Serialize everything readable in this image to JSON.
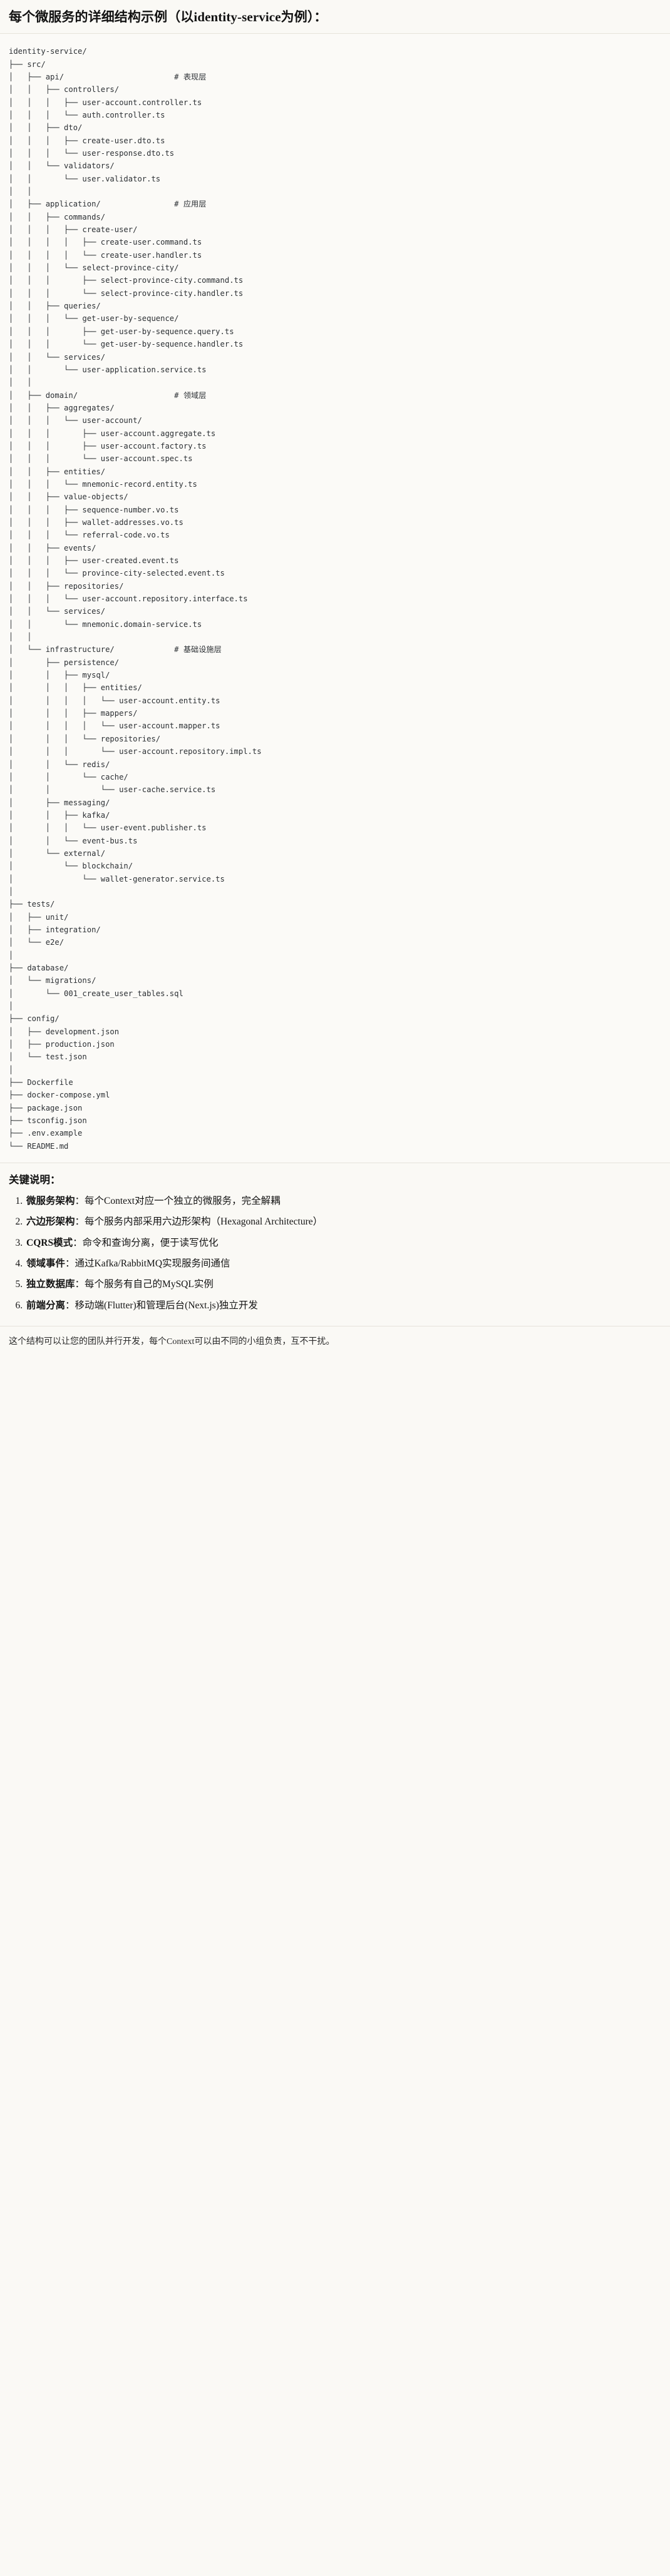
{
  "header": {
    "title": "每个微服务的详细结构示例（以identity-service为例）："
  },
  "tree": {
    "text": "identity-service/\n├── src/\n│   ├── api/                        # 表现层\n│   │   ├── controllers/\n│   │   │   ├── user-account.controller.ts\n│   │   │   └── auth.controller.ts\n│   │   ├── dto/\n│   │   │   ├── create-user.dto.ts\n│   │   │   └── user-response.dto.ts\n│   │   └── validators/\n│   │       └── user.validator.ts\n│   │\n│   ├── application/                # 应用层\n│   │   ├── commands/\n│   │   │   ├── create-user/\n│   │   │   │   ├── create-user.command.ts\n│   │   │   │   └── create-user.handler.ts\n│   │   │   └── select-province-city/\n│   │   │       ├── select-province-city.command.ts\n│   │   │       └── select-province-city.handler.ts\n│   │   ├── queries/\n│   │   │   └── get-user-by-sequence/\n│   │   │       ├── get-user-by-sequence.query.ts\n│   │   │       └── get-user-by-sequence.handler.ts\n│   │   └── services/\n│   │       └── user-application.service.ts\n│   │\n│   ├── domain/                     # 领域层\n│   │   ├── aggregates/\n│   │   │   └── user-account/\n│   │   │       ├── user-account.aggregate.ts\n│   │   │       ├── user-account.factory.ts\n│   │   │       └── user-account.spec.ts\n│   │   ├── entities/\n│   │   │   └── mnemonic-record.entity.ts\n│   │   ├── value-objects/\n│   │   │   ├── sequence-number.vo.ts\n│   │   │   ├── wallet-addresses.vo.ts\n│   │   │   └── referral-code.vo.ts\n│   │   ├── events/\n│   │   │   ├── user-created.event.ts\n│   │   │   └── province-city-selected.event.ts\n│   │   ├── repositories/\n│   │   │   └── user-account.repository.interface.ts\n│   │   └── services/\n│   │       └── mnemonic.domain-service.ts\n│   │\n│   └── infrastructure/             # 基础设施层\n│       ├── persistence/\n│       │   ├── mysql/\n│       │   │   ├── entities/\n│       │   │   │   └── user-account.entity.ts\n│       │   │   ├── mappers/\n│       │   │   │   └── user-account.mapper.ts\n│       │   │   └── repositories/\n│       │   │       └── user-account.repository.impl.ts\n│       │   └── redis/\n│       │       └── cache/\n│       │           └── user-cache.service.ts\n│       ├── messaging/\n│       │   ├── kafka/\n│       │   │   └── user-event.publisher.ts\n│       │   └── event-bus.ts\n│       └── external/\n│           └── blockchain/\n│               └── wallet-generator.service.ts\n│\n├── tests/\n│   ├── unit/\n│   ├── integration/\n│   └── e2e/\n│\n├── database/\n│   └── migrations/\n│       └── 001_create_user_tables.sql\n│\n├── config/\n│   ├── development.json\n│   ├── production.json\n│   └── test.json\n│\n├── Dockerfile\n├── docker-compose.yml\n├── package.json\n├── tsconfig.json\n├── .env.example\n└── README.md"
  },
  "notes": {
    "title": "关键说明：",
    "items": [
      {
        "term": "微服务架构",
        "sep": "：",
        "desc": "每个Context对应一个独立的微服务，完全解耦"
      },
      {
        "term": "六边形架构",
        "sep": "：",
        "desc": "每个服务内部采用六边形架构（Hexagonal Architecture）"
      },
      {
        "term": "CQRS模式",
        "sep": "：",
        "desc": "命令和查询分离，便于读写优化"
      },
      {
        "term": "领域事件",
        "sep": "：",
        "desc": "通过Kafka/RabbitMQ实现服务间通信"
      },
      {
        "term": "独立数据库",
        "sep": "：",
        "desc": "每个服务有自己的MySQL实例"
      },
      {
        "term": "前端分离",
        "sep": "：",
        "desc": "移动端(Flutter)和管理后台(Next.js)独立开发"
      }
    ],
    "closing": "这个结构可以让您的团队并行开发，每个Context可以由不同的小组负责，互不干扰。"
  }
}
